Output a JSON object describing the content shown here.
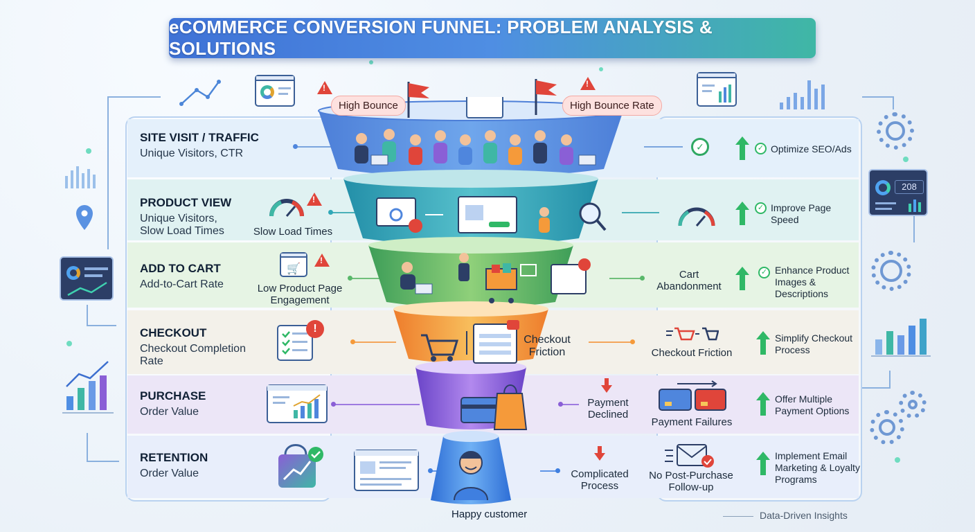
{
  "title": "eCOMMERCE CONVERSION FUNNEL: PROBLEM ANALYSIS & SOLUTIONS",
  "top_alerts": [
    "High Bounce",
    "High Bounce Rate"
  ],
  "stages": [
    {
      "title": "SITE VISIT / TRAFFIC",
      "metric": "Unique Visitors, CTR"
    },
    {
      "title": "PRODUCT VIEW",
      "metric": "Unique Visitors, Slow Load Times"
    },
    {
      "title": "ADD TO CART",
      "metric": "Add-to-Cart Rate"
    },
    {
      "title": "CHECKOUT",
      "metric": "Checkout Completion Rate"
    },
    {
      "title": "PURCHASE",
      "metric": "Order Value"
    },
    {
      "title": "RETENTION",
      "metric": "Order Value"
    }
  ],
  "problems_left": [
    "Slow Load Times",
    "Low Product Page Engagement"
  ],
  "funnel_labels": [
    "Checkout Friction"
  ],
  "problems_right": {
    "cart_abandonment": "Cart Abandonment",
    "checkout_friction": "Checkout Friction",
    "payment_declined": "Payment Declined",
    "payment_failures": "Payment Failures",
    "complicated_process": "Complicated Process",
    "no_follow_up": "No Post-Purchase Follow-up"
  },
  "solutions": [
    "Optimize SEO/Ads",
    "Improve Page Speed",
    "Enhance Product Images & Descriptions",
    "Simplify Checkout Process",
    "Offer Multiple Payment Options",
    "Implement Email Marketing & Loyalty Programs"
  ],
  "dashboard_value": "208",
  "bottom_label": "Happy customer",
  "footer": "Data-Driven Insights",
  "colors": {
    "tier1": "#4f86dd",
    "tier2": "#2fa8b8",
    "tier3": "#59b86a",
    "tier4": "#f59a3a",
    "tier5": "#8a5fd6",
    "tier6": "#3f7fe0",
    "accent_green": "#2fb866",
    "alert_red": "#e0453a"
  }
}
